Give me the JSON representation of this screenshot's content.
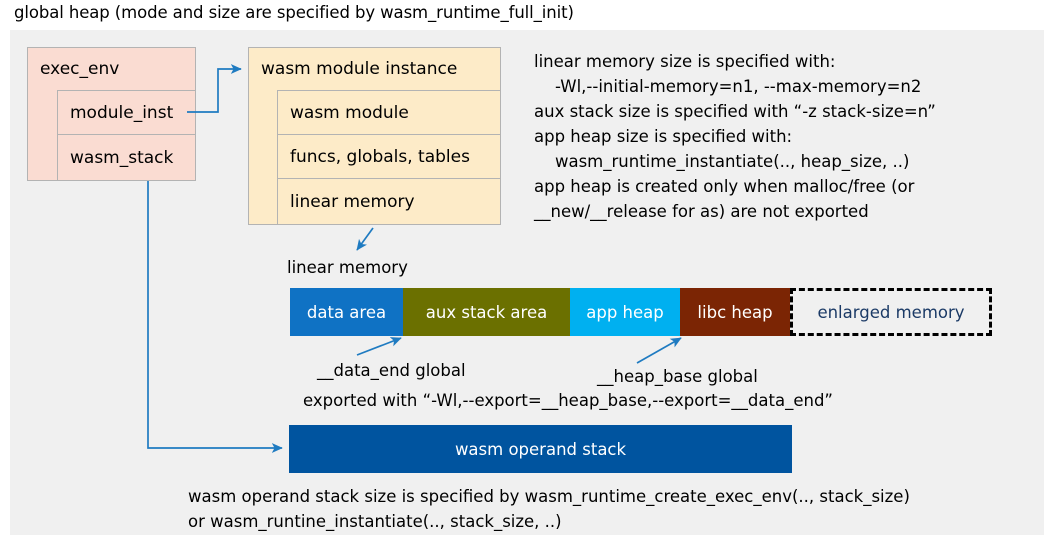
{
  "title": "global heap (mode and size are specified by wasm_runtime_full_init)",
  "colors": {
    "panel_bg": "#f0f0f0",
    "exec_env_fill": "#fadcd2",
    "module_inst_fill": "#fdebc8",
    "box_border": "#b3b3b3",
    "arrow": "#1f7bc1",
    "data_area": "#0f72c4",
    "aux_stack_area": "#6b7000",
    "app_heap": "#00b0f0",
    "libc_heap": "#7b2504",
    "enlarged_memory_border": "#000000",
    "enlarged_memory_text": "#1b3a66",
    "operand_stack": "#00549f"
  },
  "exec_env": {
    "header": "exec_env",
    "fields": [
      {
        "label": "module_inst"
      },
      {
        "label": "wasm_stack"
      }
    ]
  },
  "module_instance": {
    "header": "wasm module instance",
    "fields": [
      {
        "label": "wasm module"
      },
      {
        "label": "funcs, globals, tables"
      },
      {
        "label": "linear memory"
      }
    ]
  },
  "notes": {
    "memory_notes": "linear memory size is specified with:\n    -Wl,--initial-memory=n1, --max-memory=n2\naux stack size is specified with “-z stack-size=n”\napp heap size is specified with:\n    wasm_runtime_instantiate(.., heap_size, ..)\napp heap is created only when malloc/free (or\n__new/__release for as) are not exported",
    "data_end_label": "__data_end global",
    "heap_base_label": "__heap_base global",
    "exported_with": "exported with “-Wl,--export=__heap_base,--export=__data_end”",
    "operand_stack_notes": "wasm operand stack size is specified by wasm_runtime_create_exec_env(.., stack_size)\nor wasm_runtine_instantiate(.., stack_size, ..)"
  },
  "linear_memory": {
    "caption": "linear memory",
    "segments": [
      {
        "label": "data area",
        "color": "#0f72c4"
      },
      {
        "label": "aux stack area",
        "color": "#6b7000"
      },
      {
        "label": "app heap",
        "color": "#00b0f0"
      },
      {
        "label": "libc heap",
        "color": "#7b2504"
      },
      {
        "label": "enlarged memory",
        "color": "#f0f0f0"
      }
    ]
  },
  "operand_stack": {
    "label": "wasm operand stack"
  }
}
